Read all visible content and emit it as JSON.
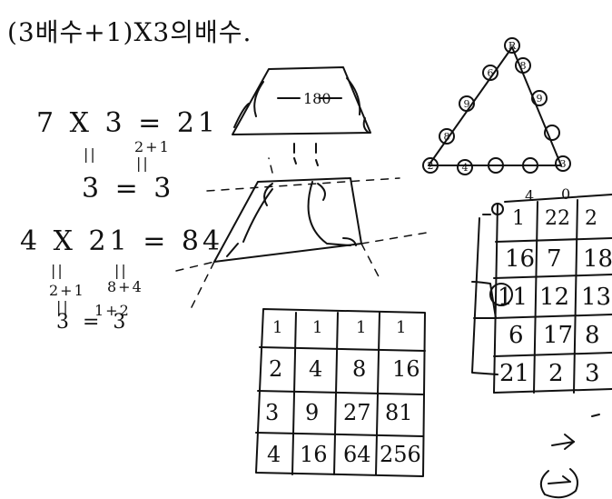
{
  "title": "(3배수+1)X3의배수.",
  "equation1": {
    "line1": "7 X 3 = 21",
    "parallel_a": "||",
    "parallel_b": "2+1",
    "parallel_c": "||",
    "line2": "3 = 3"
  },
  "equation2": {
    "line1": "4 X 21 = 84",
    "parallel_a": "||",
    "parallel_b": "||",
    "row_a": "2+1",
    "row_b": "8+4",
    "row_c": "||",
    "row_d": "1+2",
    "line3": "3 = 3"
  },
  "trapezoid_label": "180",
  "triangle_nodes": [
    "R",
    "6",
    "8",
    "9",
    "9",
    "8",
    "2",
    "4",
    "3"
  ],
  "grid_a": {
    "rows": [
      [
        "1",
        "1",
        "1",
        "1"
      ],
      [
        "2",
        "4",
        "8",
        "16"
      ],
      [
        "3",
        "9",
        "27",
        "81"
      ],
      [
        "4",
        "16",
        "64",
        "256"
      ]
    ]
  },
  "grid_b": {
    "header": [
      "4",
      "0"
    ],
    "rows": [
      [
        "1",
        "22",
        "2"
      ],
      [
        "16",
        "7",
        "18"
      ],
      [
        "11",
        "12",
        "13"
      ],
      [
        "6",
        "17",
        "8"
      ],
      [
        "21",
        "2",
        "3"
      ]
    ]
  },
  "arrow_note": "->",
  "circled_arrow": "(->)"
}
